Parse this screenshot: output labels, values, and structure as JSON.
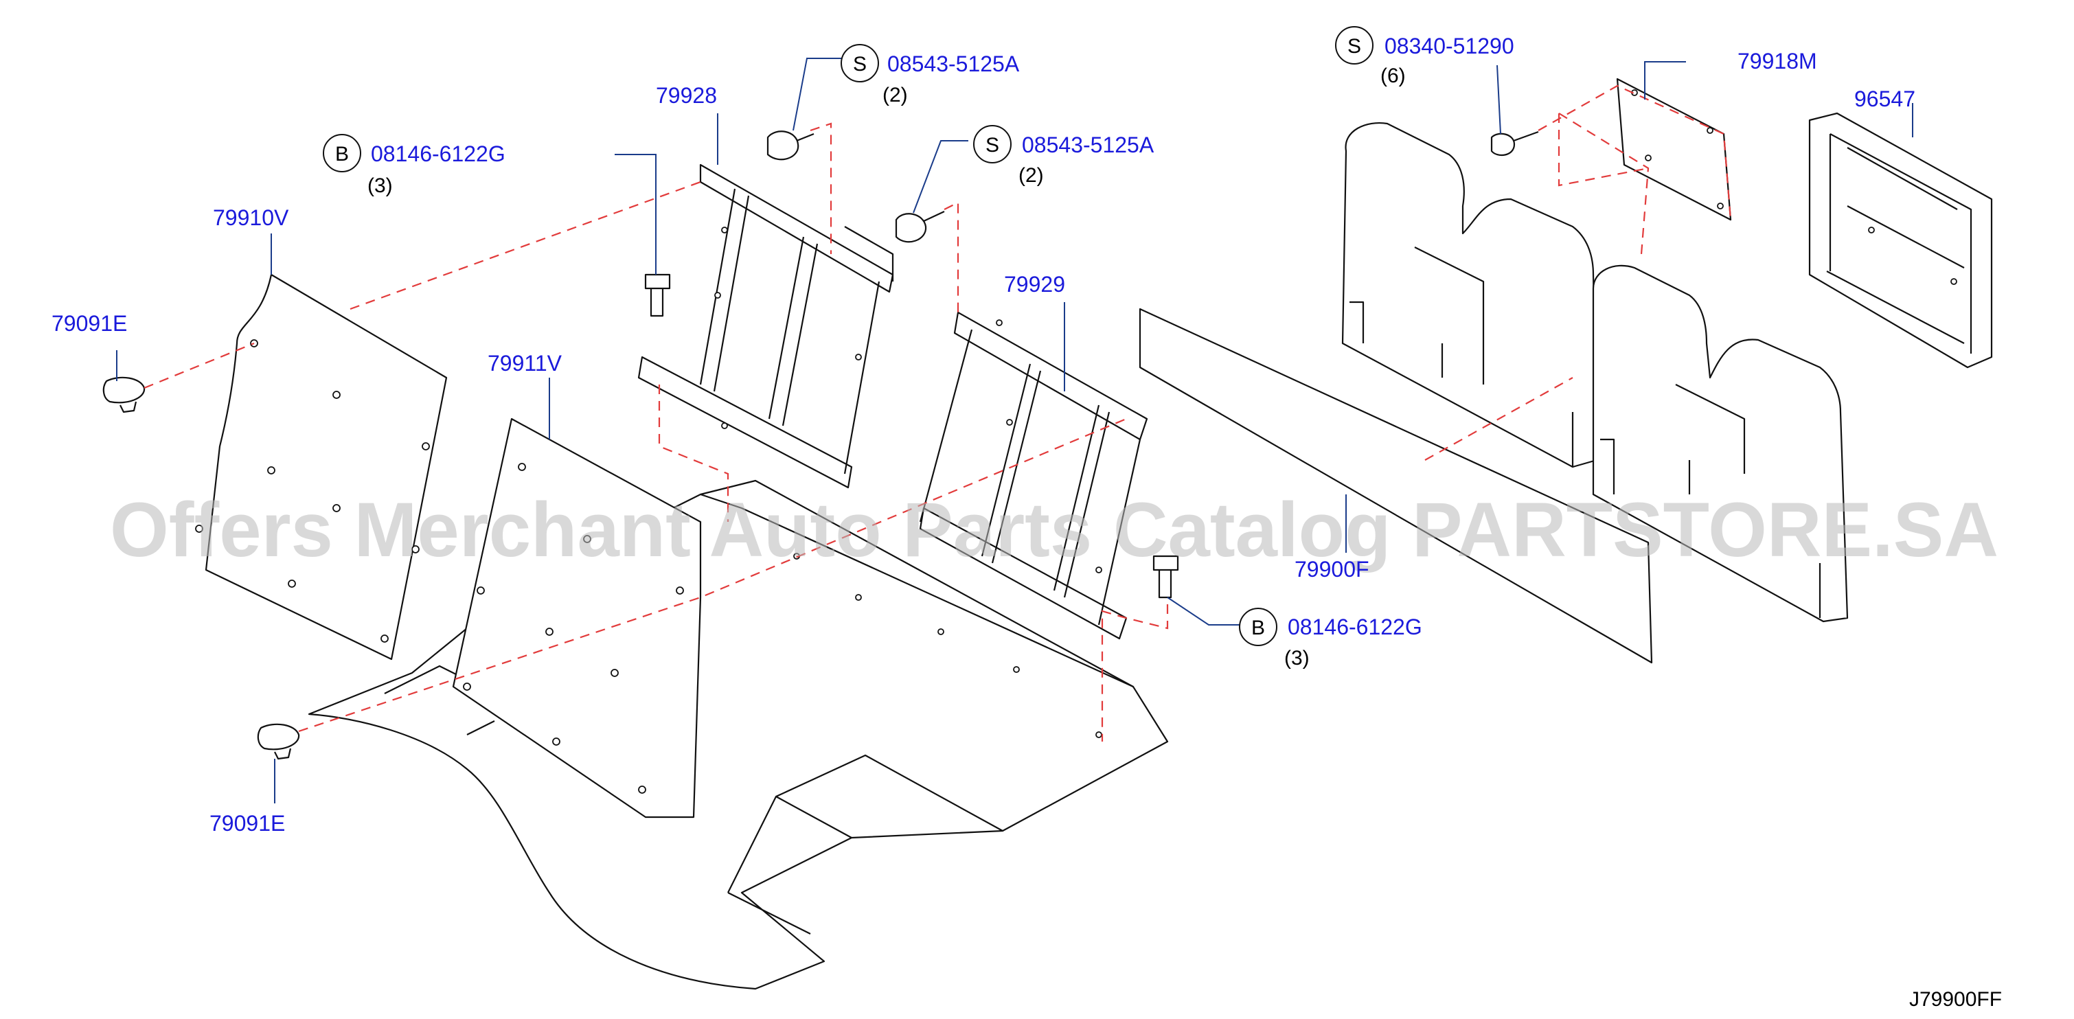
{
  "callouts": {
    "c79910v": "79910V",
    "c79911v": "79911V",
    "c79091e_top": "79091E",
    "c79091e_bottom": "79091E",
    "c79928": "79928",
    "c79929": "79929",
    "c79900f": "79900F",
    "c79918m": "79918M",
    "c96547": "96547",
    "fastener_b1": {
      "letter": "B",
      "part": "08146-6122G",
      "qty": "(3)"
    },
    "fastener_b2": {
      "letter": "B",
      "part": "08146-6122G",
      "qty": "(3)"
    },
    "fastener_s1": {
      "letter": "S",
      "part": "08543-5125A",
      "qty": "(2)"
    },
    "fastener_s2": {
      "letter": "S",
      "part": "08543-5125A",
      "qty": "(2)"
    },
    "fastener_s3": {
      "letter": "S",
      "part": "08340-51290",
      "qty": "(6)"
    }
  },
  "watermark": "Offers Merchant Auto Parts Catalog PARTSTORE.SA",
  "diagram_code": "J79900FF",
  "colors": {
    "part_number": "#1a1adb",
    "guide_line": "#e23b3b",
    "leader": "#1a3c8a",
    "watermark": "#b9b9b9"
  }
}
